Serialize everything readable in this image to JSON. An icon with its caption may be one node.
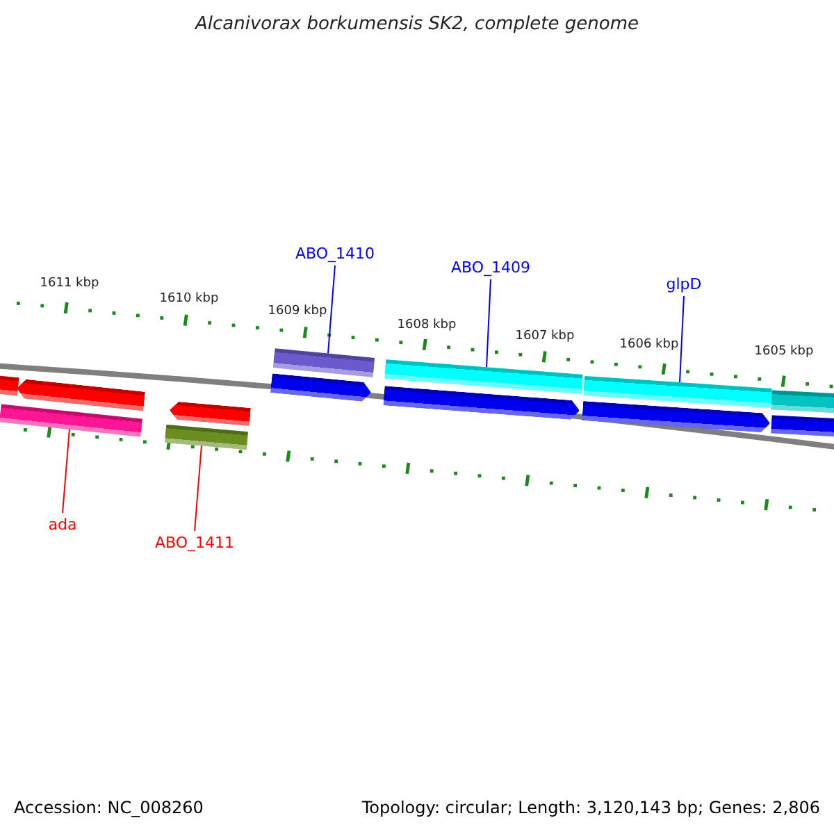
{
  "diagram": {
    "title": "Alcanivorax borkumensis SK2, complete genome",
    "nodes": [
      {
        "text": [
          "ABO_1410"
        ]
      },
      {
        "text": [
          "ABO_1409"
        ]
      },
      {
        "text": [
          "glpD"
        ]
      },
      {
        "text": [],
        "shape": "bar"
      },
      {
        "text": [],
        "shape": "bar"
      },
      {
        "text": [],
        "shape": "arrow"
      },
      {
        "text": [],
        "shape": "bar"
      },
      {
        "text": [],
        "shape": "arrow"
      },
      {
        "text": [],
        "shape": "arrow"
      },
      {
        "text": [],
        "shape": "bar"
      },
      {
        "text": [],
        "shape": "arrow"
      },
      {
        "text": [],
        "shape": "bar"
      },
      {
        "text": [],
        "shape": "arrow"
      },
      {
        "text": [],
        "shape": "bar"
      },
      {
        "text": [],
        "shape": "bar"
      },
      {
        "text": [],
        "shape": "bar"
      },
      {
        "text": [
          "ada"
        ]
      },
      {
        "text": [
          "ABO_1411"
        ]
      }
    ],
    "edges": [
      {
        "from": 0,
        "to": 9,
        "arrow": "none"
      },
      {
        "from": 1,
        "to": 11,
        "arrow": "none"
      },
      {
        "from": 2,
        "to": 13,
        "arrow": "none"
      },
      {
        "from": 16,
        "to": 4,
        "arrow": "none",
        "color": "#ff0000"
      },
      {
        "from": 17,
        "to": 6,
        "arrow": "none",
        "color": "#ff0000"
      }
    ],
    "labels": [
      "1611 kbp",
      "1610 kbp",
      "1609 kbp",
      "1608 kbp",
      "1607 kbp",
      "1606 kbp",
      "1605 kbp",
      "Accession: NC_008260",
      "Topology: circular; Length: 3,120,143 bp; Genes: 2,806"
    ]
  }
}
